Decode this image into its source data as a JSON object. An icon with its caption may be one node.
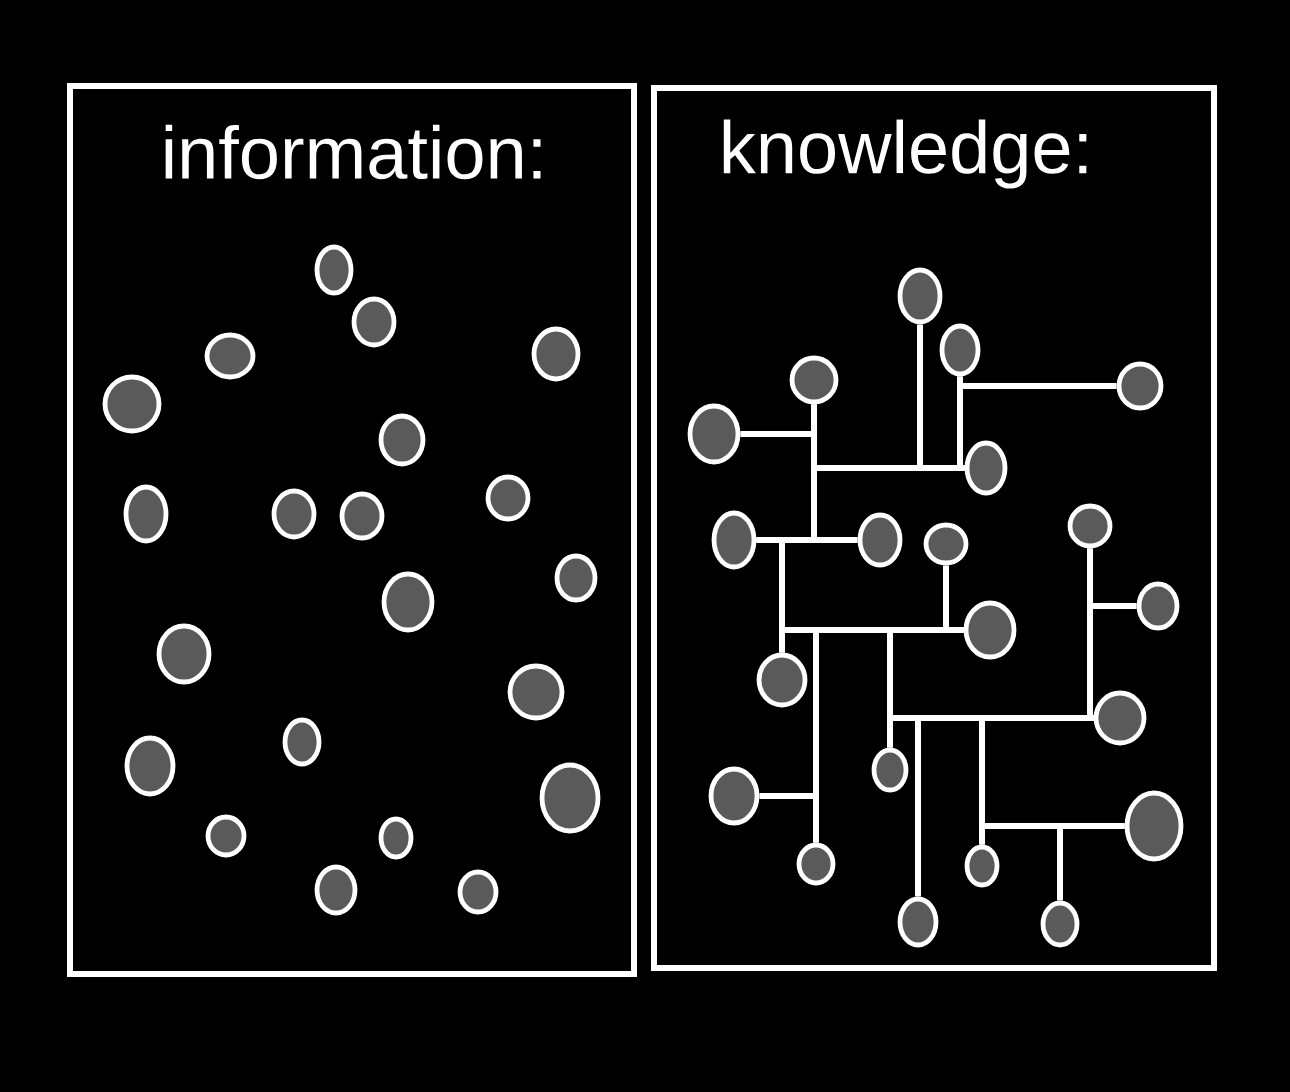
{
  "diagram": {
    "nodes": [
      {
        "text": [
          "information:"
        ]
      },
      {
        "text": [],
        "shape": "circle",
        "in": 0
      },
      {
        "text": [],
        "shape": "circle",
        "in": 0
      },
      {
        "text": [],
        "shape": "circle",
        "in": 0
      },
      {
        "text": [],
        "shape": "circle",
        "in": 0
      },
      {
        "text": [],
        "shape": "circle",
        "in": 0
      },
      {
        "text": [],
        "shape": "circle",
        "in": 0
      },
      {
        "text": [],
        "shape": "circle",
        "in": 0
      },
      {
        "text": [],
        "shape": "circle",
        "in": 0
      },
      {
        "text": [],
        "shape": "circle",
        "in": 0
      },
      {
        "text": [],
        "shape": "circle",
        "in": 0
      },
      {
        "text": [],
        "shape": "circle",
        "in": 0
      },
      {
        "text": [],
        "shape": "circle",
        "in": 0
      },
      {
        "text": [],
        "shape": "circle",
        "in": 0
      },
      {
        "text": [],
        "shape": "circle",
        "in": 0
      },
      {
        "text": [],
        "shape": "circle",
        "in": 0
      },
      {
        "text": [],
        "shape": "circle",
        "in": 0
      },
      {
        "text": [],
        "shape": "circle",
        "in": 0
      },
      {
        "text": [],
        "shape": "circle",
        "in": 0
      },
      {
        "text": [],
        "shape": "circle",
        "in": 0
      },
      {
        "text": [],
        "shape": "circle",
        "in": 0
      },
      {
        "text": [],
        "shape": "circle",
        "in": 0
      },
      {
        "text": [
          "knowledge:"
        ]
      },
      {
        "text": [],
        "shape": "circle",
        "in": 22
      },
      {
        "text": [],
        "shape": "circle",
        "in": 22
      },
      {
        "text": [],
        "shape": "circle",
        "in": 22
      },
      {
        "text": [],
        "shape": "circle",
        "in": 22
      },
      {
        "text": [],
        "shape": "circle",
        "in": 22
      },
      {
        "text": [],
        "shape": "circle",
        "in": 22
      },
      {
        "text": [],
        "shape": "circle",
        "in": 22
      },
      {
        "text": [],
        "shape": "circle",
        "in": 22
      },
      {
        "text": [],
        "shape": "circle",
        "in": 22
      },
      {
        "text": [],
        "shape": "circle",
        "in": 22
      },
      {
        "text": [],
        "shape": "circle",
        "in": 22
      },
      {
        "text": [],
        "shape": "circle",
        "in": 22
      },
      {
        "text": [],
        "shape": "circle",
        "in": 22
      },
      {
        "text": [],
        "shape": "circle",
        "in": 22
      },
      {
        "text": [],
        "shape": "circle",
        "in": 22
      },
      {
        "text": [],
        "shape": "circle",
        "in": 22
      },
      {
        "text": [],
        "shape": "circle",
        "in": 22
      },
      {
        "text": [],
        "shape": "circle",
        "in": 22
      },
      {
        "text": [],
        "shape": "circle",
        "in": 22
      },
      {
        "text": [],
        "shape": "circle",
        "in": 22
      },
      {
        "text": [],
        "shape": "circle",
        "in": 22
      }
    ],
    "edges": [
      {
        "from": 23,
        "to": 28,
        "arrow": "none"
      },
      {
        "from": 24,
        "to": 26,
        "arrow": "none"
      },
      {
        "from": 24,
        "to": 28,
        "arrow": "none"
      },
      {
        "from": 25,
        "to": 27,
        "arrow": "none"
      },
      {
        "from": 25,
        "to": 28,
        "arrow": "none"
      },
      {
        "from": 25,
        "to": 30,
        "arrow": "none"
      },
      {
        "from": 30,
        "to": 31,
        "arrow": "none"
      },
      {
        "from": 30,
        "to": 35,
        "arrow": "none"
      },
      {
        "from": 35,
        "to": 34,
        "arrow": "none"
      },
      {
        "from": 32,
        "to": 34,
        "arrow": "none"
      },
      {
        "from": 38,
        "to": 40,
        "arrow": "none"
      },
      {
        "from": 34,
        "to": 40,
        "arrow": "none"
      },
      {
        "from": 34,
        "to": 37,
        "arrow": "none"
      },
      {
        "from": 37,
        "to": 36,
        "arrow": "none"
      },
      {
        "from": 36,
        "to": 42,
        "arrow": "none"
      },
      {
        "from": 36,
        "to": 41,
        "arrow": "none"
      },
      {
        "from": 41,
        "to": 39,
        "arrow": "none"
      },
      {
        "from": 39,
        "to": 43,
        "arrow": "none"
      },
      {
        "from": 29,
        "to": 36,
        "arrow": "none"
      },
      {
        "from": 29,
        "to": 33,
        "arrow": "none"
      }
    ]
  }
}
